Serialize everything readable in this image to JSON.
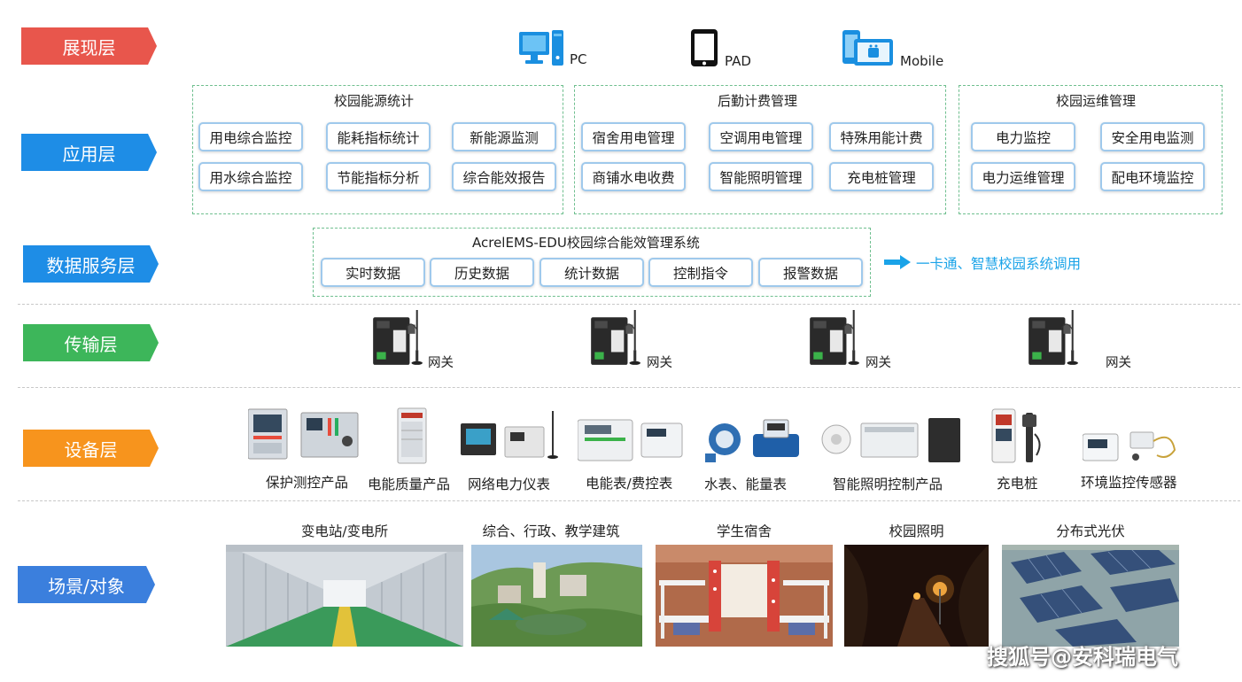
{
  "layers": {
    "presentation": "展现层",
    "application": "应用层",
    "data_service": "数据服务层",
    "transport": "传输层",
    "device": "设备层",
    "scene": "场景/对象"
  },
  "colors": {
    "presentation": "#e8564c",
    "application": "#1e8de6",
    "data_service": "#1e8de6",
    "transport": "#3db65a",
    "device": "#f7941d",
    "scene": "#3b7fdd",
    "accent": "#1aa3e8"
  },
  "devices": {
    "pc": "PC",
    "pad": "PAD",
    "mobile": "Mobile"
  },
  "groups": {
    "energy": {
      "title": "校园能源统计",
      "items": [
        "用电综合监控",
        "能耗指标统计",
        "新能源监测",
        "用水综合监控",
        "节能指标分析",
        "综合能效报告"
      ]
    },
    "billing": {
      "title": "后勤计费管理",
      "items": [
        "宿舍用电管理",
        "空调用电管理",
        "特殊用能计费",
        "商铺水电收费",
        "智能照明管理",
        "充电桩管理"
      ]
    },
    "ops": {
      "title": "校园运维管理",
      "items": [
        "电力监控",
        "安全用电监测",
        "电力运维管理",
        "配电环境监控"
      ]
    }
  },
  "data_service": {
    "title": "AcrelEMS-EDU校园综合能效管理系统",
    "items": [
      "实时数据",
      "历史数据",
      "统计数据",
      "控制指令",
      "报警数据"
    ],
    "side_note": "一卡通、智慧校园系统调用"
  },
  "gateway_label": "网关",
  "equipment": [
    "保护测控产品",
    "电能质量产品",
    "网络电力仪表",
    "电能表/费控表",
    "水表、能量表",
    "智能照明控制产品",
    "充电桩",
    "环境监控传感器"
  ],
  "scenes": [
    "变电站/变电所",
    "综合、行政、教学建筑",
    "学生宿舍",
    "校园照明",
    "分布式光伏"
  ],
  "watermark": "搜狐号@安科瑞电气"
}
